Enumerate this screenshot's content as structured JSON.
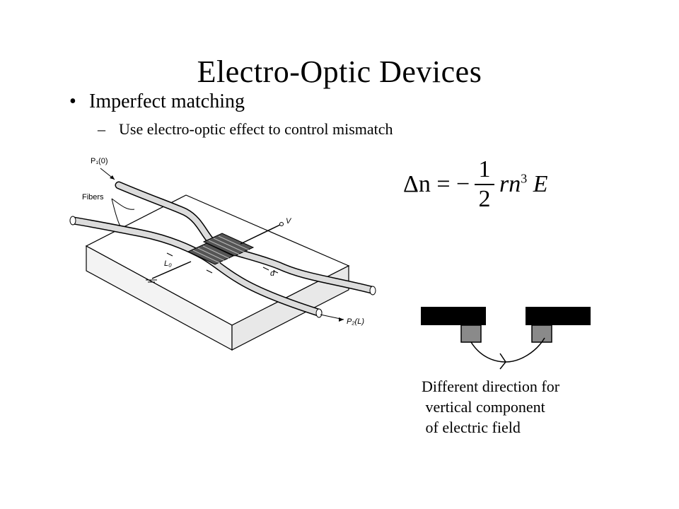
{
  "slide": {
    "title": "Electro-Optic Devices",
    "bullet_marker": "•",
    "bullet": "Imperfect matching",
    "sub_marker": "–",
    "sub_bullet": "Use electro-optic effect to control mismatch"
  },
  "equation": {
    "lhs": "Δn = −",
    "numerator": "1",
    "denominator": "2",
    "rhs_coef": "rn",
    "rhs_exp": "3",
    "rhs_tail": "E"
  },
  "diagram": {
    "labels": {
      "p1": "P₁(0)",
      "fibers": "Fibers",
      "voltage": "V",
      "length": "L₀",
      "gap": "d",
      "p2": "P₂(L)"
    }
  },
  "caption": {
    "lines": [
      "Different direction for",
      " vertical component",
      " of electric field"
    ]
  }
}
